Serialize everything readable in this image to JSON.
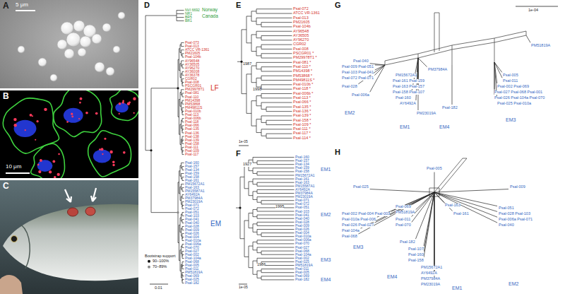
{
  "diagram": {
    "nodes": [
      {
        "text": [
          "A",
          "5 μm"
        ]
      },
      {
        "text": [
          "B",
          "10 μm"
        ]
      },
      {
        "text": [
          "C"
        ]
      }
    ],
    "labels": [
      "D",
      "E",
      "F",
      "G",
      "H",
      "NVI 6692",
      "NR1",
      "BR5",
      "BR1",
      "Psal-073",
      "Psal-013",
      "ATCC VR-1361",
      "PM21605",
      "Psal-104b",
      "AY96548",
      "AY36505",
      "AY96270",
      "AY36008",
      "AY36378",
      "CGR02",
      "Psal-008",
      "PSCGR01",
      "PM29978T1",
      "Psal-081",
      "Psal-110",
      "PM14398",
      "PM53868",
      "PM49811S",
      "Psal-010b",
      "Psal-113",
      "Psal-006b",
      "Psal-118",
      "Psal-066",
      "Psal-135",
      "Psal-136",
      "Psal-138",
      "Psal-139",
      "Psal-158",
      "Psal-111",
      "Psal-109",
      "Psal-117",
      "Psal-160",
      "Psal-157",
      "Psal-134",
      "Psal-159",
      "Psal-158",
      "Psal-161",
      "PM15672A1",
      "Psal-163",
      "PM15587A1",
      "AY6492A",
      "PM37984A",
      "PM23019A",
      "Psal-071",
      "Psal-072",
      "Psal-051",
      "Psal-103",
      "Psal-041",
      "Psal-040",
      "Psal-028",
      "Psal-009",
      "Psal-026",
      "Psal-004",
      "Psal-010a",
      "Psal-006a",
      "Psal-070",
      "Psal-027",
      "Psal-002",
      "Psal-104a",
      "Psal-068",
      "Psal-005",
      "Psal-011",
      "PM51819A",
      "Psal-069",
      "Psal-025",
      "Psal-182",
      "Norway",
      "Canada",
      "LF",
      "EM",
      "Bootstrap support",
      "0.01",
      "Psal-072",
      "ATCC VR-1361",
      "Psal-013",
      "PM21605",
      "Psal-104b",
      "AY96548",
      "AY36505",
      "AY96270",
      "CGR02",
      "Psal-008",
      "PSCGR01 *",
      "PM29978T1 *",
      "Psal-081 *",
      "Psal-110 *",
      "PM14398 *",
      "PM53868 *",
      "PM49811S *",
      "Psal-010b *",
      "Psal-118 *",
      "Psal-006b *",
      "Psal-113 *",
      "Psal-066 *",
      "Psal-135 *",
      "Psal-136 *",
      "Psal-139 *",
      "Psal-158 *",
      "Psal-109 *",
      "Psal-111 *",
      "Psal-117 *",
      "Psal-114 *",
      "1987",
      "1998",
      "1e-05",
      "Psal-160",
      "Psal-157",
      "Psal-134",
      "Psal-159",
      "Psal-158",
      "PM15672A1",
      "Psal-161",
      "Psal-163",
      "PM15587A1",
      "AY6492A",
      "PM37984A",
      "PM23019A",
      "Psal-071",
      "Psal-072",
      "Psal-051",
      "Psal-103",
      "Psal-041",
      "Psal-040",
      "Psal-028",
      "Psal-009",
      "Psal-026",
      "Psal-004",
      "Psal-010a",
      "Psal-006a",
      "Psal-070",
      "Psal-027",
      "Psal-068",
      "Psal-104a",
      "Psal-002",
      "Psal-025",
      "PM51819A",
      "Psal-011",
      "Psal-005",
      "Psal-069",
      "Psal-182",
      "1927",
      "1995",
      "1986",
      "EM1",
      "EM2",
      "EM3",
      "EM4",
      "1e-05",
      "Psal-040",
      "Psal-009 Psal-051",
      "Psal-103 Psal-041",
      "Psal-072 Psal-071",
      "Psal-028",
      "Psal-006a",
      "PM15672A1",
      "Psal-161 Psal-159",
      "Psal-163 Psal-157",
      "Psal-158 Psal-107",
      "Psal-160",
      "AY6492A",
      "PM23019A",
      "PM37984A",
      "Psal-182",
      "PM51819A",
      "Psal-005",
      "Psal-011",
      "Psal-002 Psal-069",
      "Psal-027 Psal-068 Psal-001",
      "Psal-026 Psal-104a Psal-070",
      "Psal-025 Psal-010a",
      "EM1",
      "EM2",
      "EM3",
      "EM4",
      "1e-04",
      "Psal-025",
      "Psal-002 Psal-004 Psal-003",
      "Psal-010a Psal-006",
      "Psal-026 Psal-027",
      "Psal-104a",
      "Psal-068",
      "Psal-069",
      "PM51819A",
      "Psal-011",
      "Psal-070",
      "Psal-182",
      "Psal-107",
      "Psal-160",
      "Psal-158",
      "PM15672A1",
      "AY6492A",
      "PM37984A",
      "PM23019A",
      "Psal-163",
      "Psal-161",
      "Psal-005",
      "Psal-009",
      "Psal-051",
      "Psal-028 Psal-103",
      "Psal-006a Psal-071",
      "Psal-040",
      "EM3",
      "EM4",
      "EM1",
      "EM2"
    ],
    "legend": [
      {
        "text": "90–100%"
      },
      {
        "text": "70–89%"
      }
    ]
  }
}
